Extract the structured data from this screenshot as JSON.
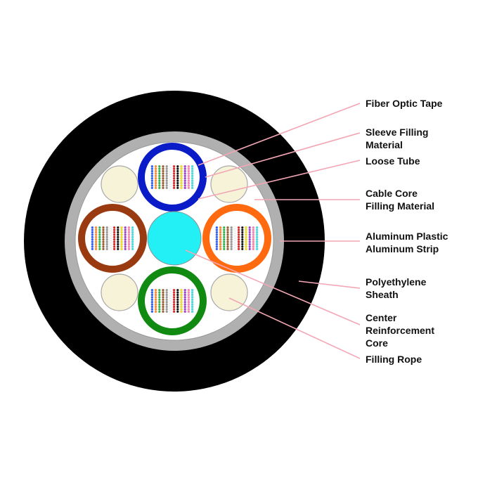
{
  "labels": {
    "fiber_optic_tape": [
      "Fiber Optic Tape"
    ],
    "sleeve_filling_material": [
      "Sleeve Filling",
      "Material"
    ],
    "loose_tube": [
      "Loose Tube"
    ],
    "cable_core_filling_material": [
      "Cable Core",
      "Filling Material"
    ],
    "aluminum_plastic_aluminum_strip": [
      "Aluminum Plastic",
      "Aluminum Strip"
    ],
    "polyethylene_sheath": [
      "Polyethylene",
      "Sheath"
    ],
    "center_reinforcement_core": [
      "Center",
      "Reinforcement",
      "Core"
    ],
    "filling_rope": [
      "Filling Rope"
    ]
  },
  "colors": {
    "sheath": "#000000",
    "aluminum_strip": "#b0b0b0",
    "core_fill": "#ffffff",
    "filling_rope": "#f6f3d9",
    "center_core": "#22f0f4",
    "leader_line": "#f3a6b4",
    "tube_top": "#0a1cc8",
    "tube_left": "#9a3a10",
    "tube_right": "#ff6a10",
    "tube_bottom": "#108a10",
    "fiber_colors": [
      "#2a5cff",
      "#ff8a2a",
      "#2ab84a",
      "#a05a2a",
      "#9a9a9a",
      "#ffffff",
      "#e02020",
      "#111111",
      "#f0e020",
      "#a040d0",
      "#ff80b0",
      "#40e0e0"
    ]
  }
}
